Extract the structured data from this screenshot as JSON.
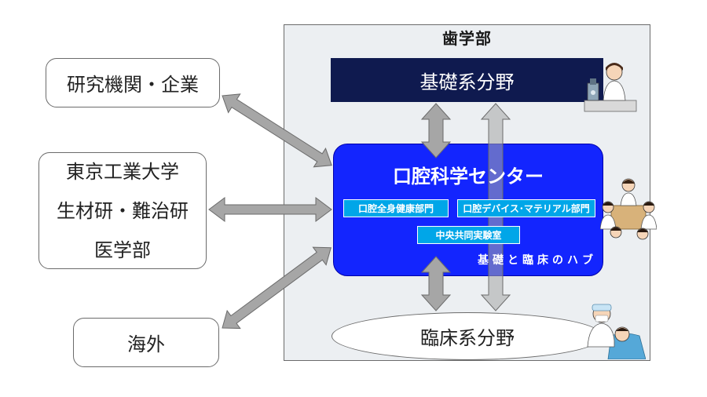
{
  "panel": {
    "title": "歯学部"
  },
  "kiso": {
    "label": "基礎系分野"
  },
  "rinsho": {
    "label": "臨床系分野"
  },
  "center": {
    "title": "口腔科学センター",
    "sub_boxes": [
      "口腔全身健康部門",
      "口腔デバイス･マテリアル部門",
      "中央共同実験室"
    ],
    "hub_label": "基礎と臨床のハブ"
  },
  "external": {
    "research": "研究機関・企業",
    "universities": [
      "東京工業大学",
      "生材研・難治研",
      "医学部"
    ],
    "overseas": "海外"
  },
  "colors": {
    "center_blue": "#0014ff",
    "kiso_navy": "#0f1a4f",
    "sub_box": "#00a6e8",
    "arrow_gray": "#a6a6a6",
    "panel_bg": "#eceff2"
  },
  "icons": [
    "researcher-illustration",
    "meeting-illustration",
    "dentist-illustration"
  ]
}
